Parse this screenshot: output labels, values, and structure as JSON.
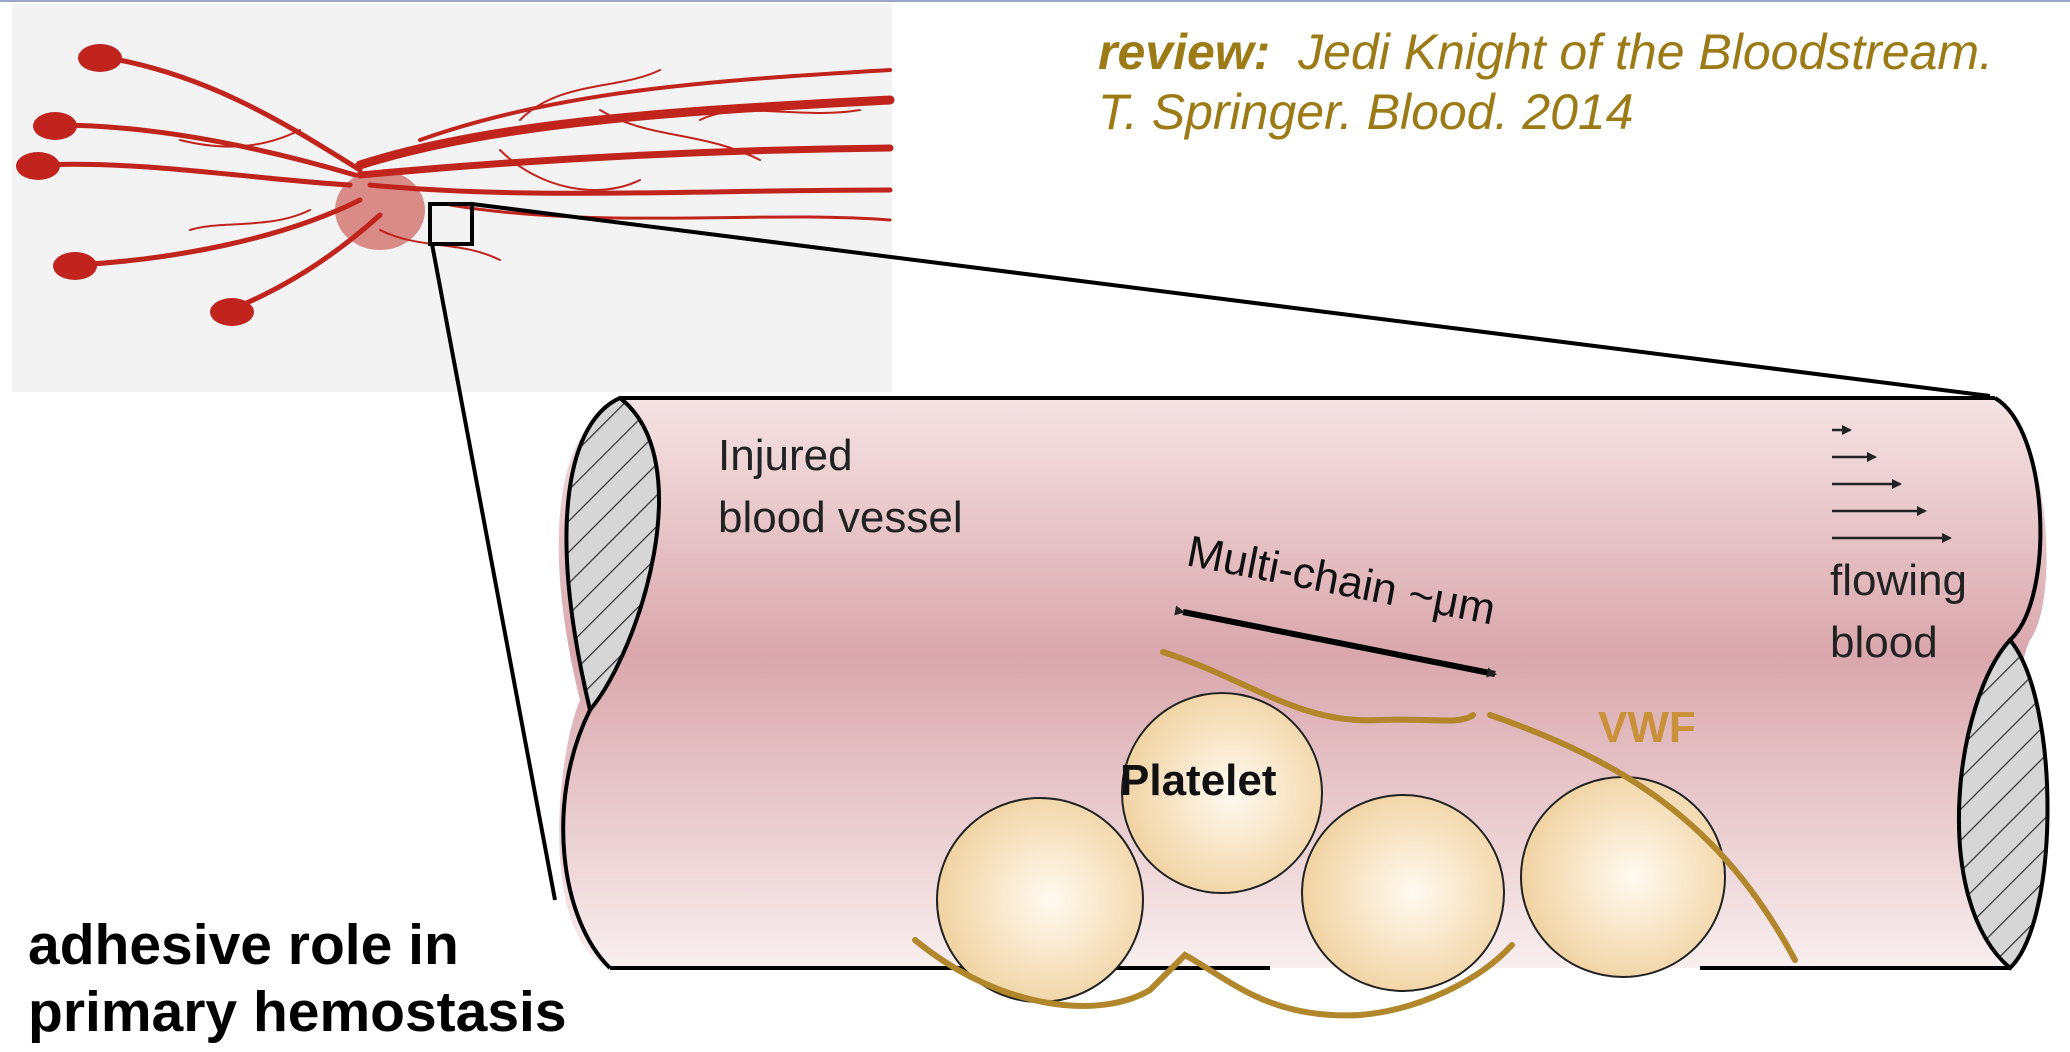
{
  "citation": {
    "keyword": "review:",
    "line1": "Jedi Knight of the Bloodstream.",
    "line2": "T. Springer. Blood. 2014"
  },
  "caption": {
    "line1": "adhesive role in",
    "line2": "primary hemostasis"
  },
  "diagram": {
    "vessel_label_line1": "Injured",
    "vessel_label_line2": "blood vessel",
    "flow_label_line1": "flowing",
    "flow_label_line2": "blood",
    "length_label": "Multi-chain ~μm",
    "vwf_label": "VWF",
    "platelet_label": "Platelet",
    "colors": {
      "vessel_edge": "#e8c7c9",
      "vessel_center": "#d9a7ad",
      "vwf": "#b2862b",
      "vwf_label": "#c9913a",
      "platelet_light": "#fdf1dc",
      "platelet_dark": "#efcf9b",
      "capillary": "#c0241c",
      "citation": "#9c7a16"
    }
  }
}
